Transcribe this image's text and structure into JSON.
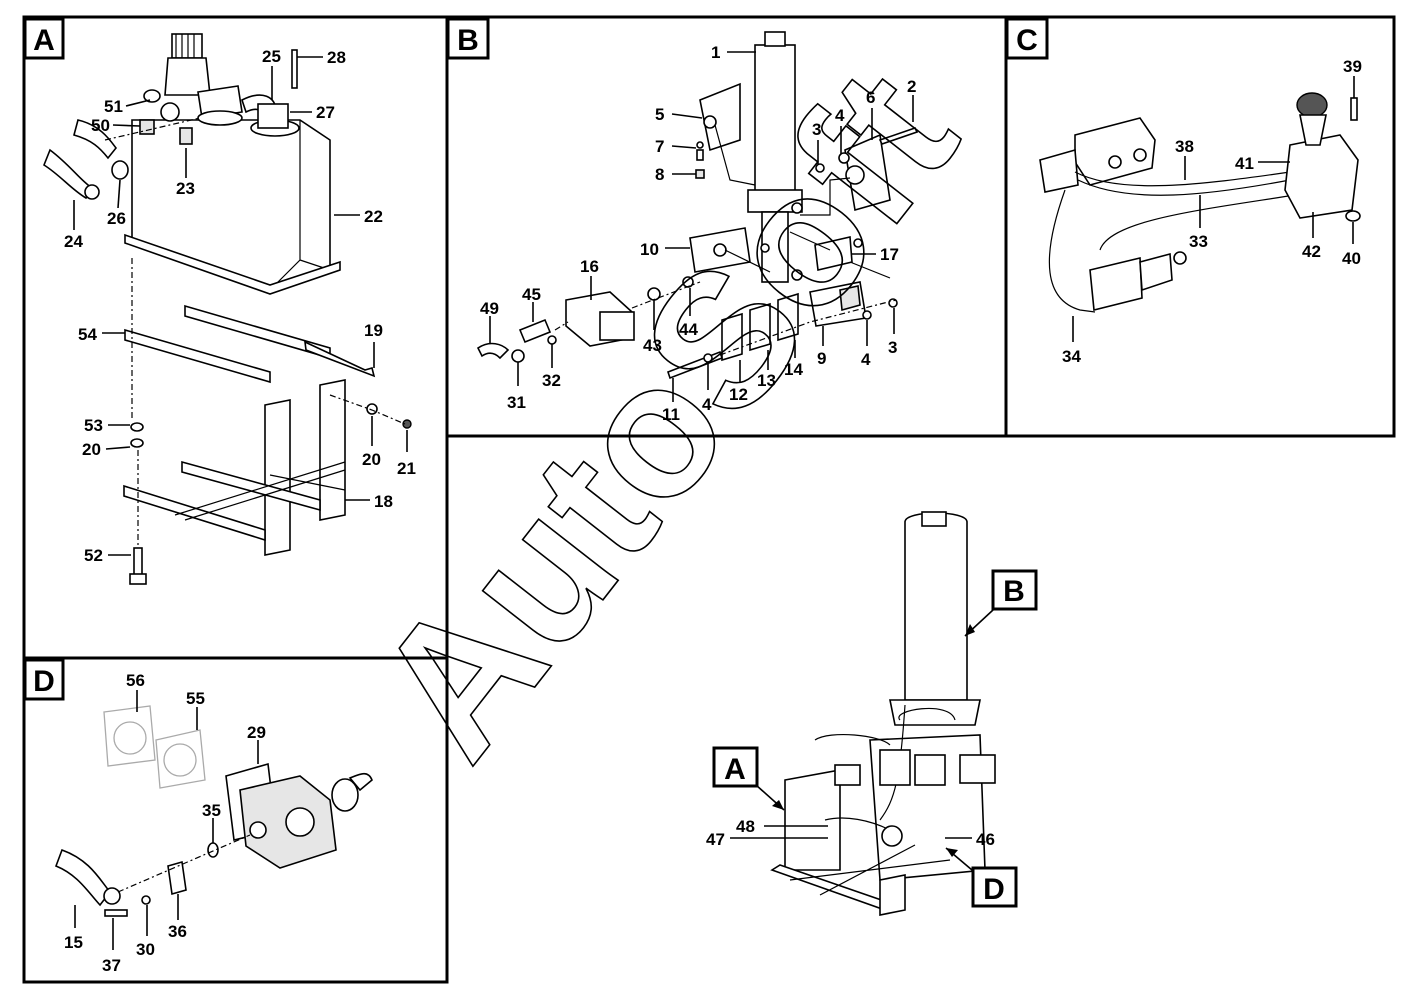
{
  "panels": [
    {
      "id": "A",
      "label": "A"
    },
    {
      "id": "B",
      "label": "B"
    },
    {
      "id": "C",
      "label": "C"
    },
    {
      "id": "D",
      "label": "D"
    }
  ],
  "overview": {
    "callouts": [
      {
        "id": "B",
        "label": "B"
      },
      {
        "id": "A",
        "label": "A"
      },
      {
        "id": "D",
        "label": "D"
      }
    ]
  },
  "parts": {
    "p1": "1",
    "p2": "2",
    "p3": "3",
    "p3b": "3",
    "p4": "4",
    "p4b": "4",
    "p4c": "4",
    "p5": "5",
    "p6": "6",
    "p7": "7",
    "p8": "8",
    "p9": "9",
    "p10": "10",
    "p11": "11",
    "p12": "12",
    "p13": "13",
    "p14": "14",
    "p15": "15",
    "p16": "16",
    "p17": "17",
    "p18": "18",
    "p19": "19",
    "p20": "20",
    "p20b": "20",
    "p21": "21",
    "p22": "22",
    "p23": "23",
    "p24": "24",
    "p25": "25",
    "p26": "26",
    "p27": "27",
    "p28": "28",
    "p29": "29",
    "p30": "30",
    "p31": "31",
    "p32": "32",
    "p33": "33",
    "p34": "34",
    "p35": "35",
    "p36": "36",
    "p37": "37",
    "p38": "38",
    "p39": "39",
    "p40": "40",
    "p41": "41",
    "p42": "42",
    "p43": "43",
    "p44": "44",
    "p45": "45",
    "p46": "46",
    "p47": "47",
    "p48": "48",
    "p49": "49",
    "p50": "50",
    "p51": "51",
    "p52": "52",
    "p53": "53",
    "p54": "54",
    "p55": "55",
    "p56": "56"
  },
  "watermark": "AutoSoft"
}
